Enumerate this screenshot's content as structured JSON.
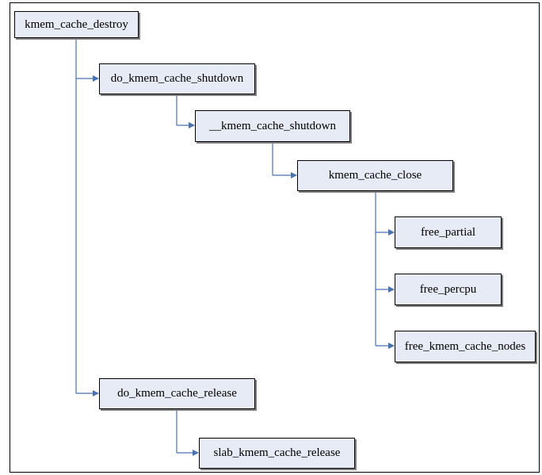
{
  "nodes": {
    "kmem_cache_destroy": "kmem_cache_destroy",
    "do_kmem_cache_shutdown": "do_kmem_cache_shutdown",
    "__kmem_cache_shutdown": "__kmem_cache_shutdown",
    "kmem_cache_close": "kmem_cache_close",
    "free_partial": "free_partial",
    "free_percpu": "free_percpu",
    "free_kmem_cache_nodes": "free_kmem_cache_nodes",
    "do_kmem_cache_release": "do_kmem_cache_release",
    "slab_kmem_cache_release": "slab_kmem_cache_release"
  },
  "edges": [
    [
      "kmem_cache_destroy",
      "do_kmem_cache_shutdown"
    ],
    [
      "do_kmem_cache_shutdown",
      "__kmem_cache_shutdown"
    ],
    [
      "__kmem_cache_shutdown",
      "kmem_cache_close"
    ],
    [
      "kmem_cache_close",
      "free_partial"
    ],
    [
      "kmem_cache_close",
      "free_percpu"
    ],
    [
      "kmem_cache_close",
      "free_kmem_cache_nodes"
    ],
    [
      "kmem_cache_destroy",
      "do_kmem_cache_release"
    ],
    [
      "do_kmem_cache_release",
      "slab_kmem_cache_release"
    ]
  ],
  "colors": {
    "node_fill": "#e6ebf5",
    "node_border": "#000000",
    "connector": "#4a72b0"
  }
}
